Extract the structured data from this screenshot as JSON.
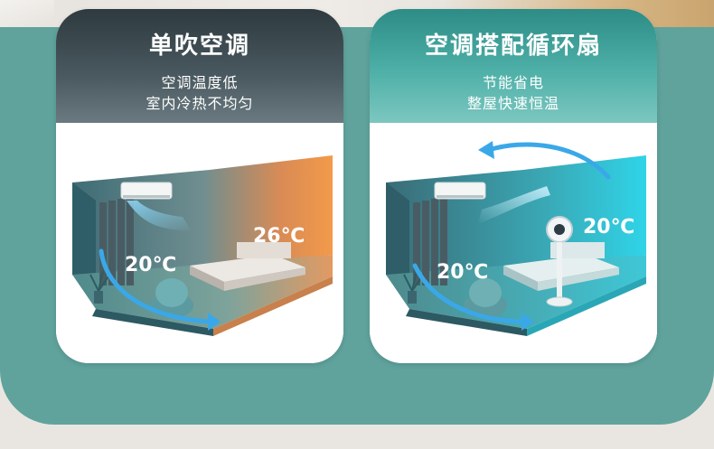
{
  "left_card": {
    "title": "单吹空调",
    "subtitle_line1": "空调温度低",
    "subtitle_line2": "室内冷热不均匀",
    "temp_low": "20℃",
    "temp_high": "26℃"
  },
  "right_card": {
    "title": "空调搭配循环扇",
    "subtitle_line1": "节能省电",
    "subtitle_line2": "整屋快速恒温",
    "temp_room": "20℃",
    "temp_fan": "20℃"
  },
  "colors": {
    "panel_bg": "#5fa39c",
    "left_header": "#3a474d",
    "right_header": "#3fa39c",
    "warm": "#f08a3c",
    "cool_arrow": "#3aa8e8"
  },
  "icons": [
    "air-conditioner-icon",
    "circulation-fan-icon",
    "airflow-arrow-icon"
  ]
}
